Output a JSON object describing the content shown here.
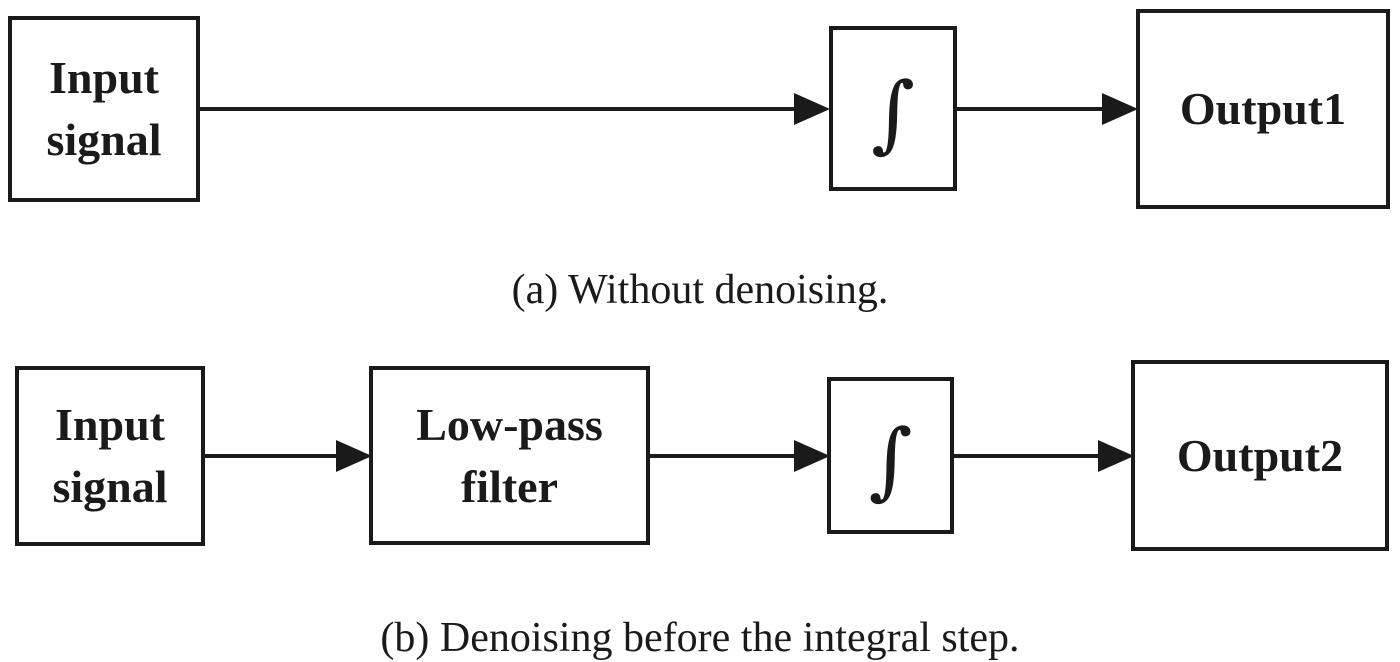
{
  "diagram_a": {
    "input_box": {
      "line1": "Input",
      "line2": "signal"
    },
    "integral_symbol": "∫",
    "output_box": {
      "label": "Output1"
    },
    "caption": "(a) Without denoising."
  },
  "diagram_b": {
    "input_box": {
      "line1": "Input",
      "line2": "signal"
    },
    "filter_box": {
      "line1": "Low-pass",
      "line2": "filter"
    },
    "integral_symbol": "∫",
    "output_box": {
      "label": "Output2"
    },
    "caption": "(b) Denoising before the integral step."
  }
}
